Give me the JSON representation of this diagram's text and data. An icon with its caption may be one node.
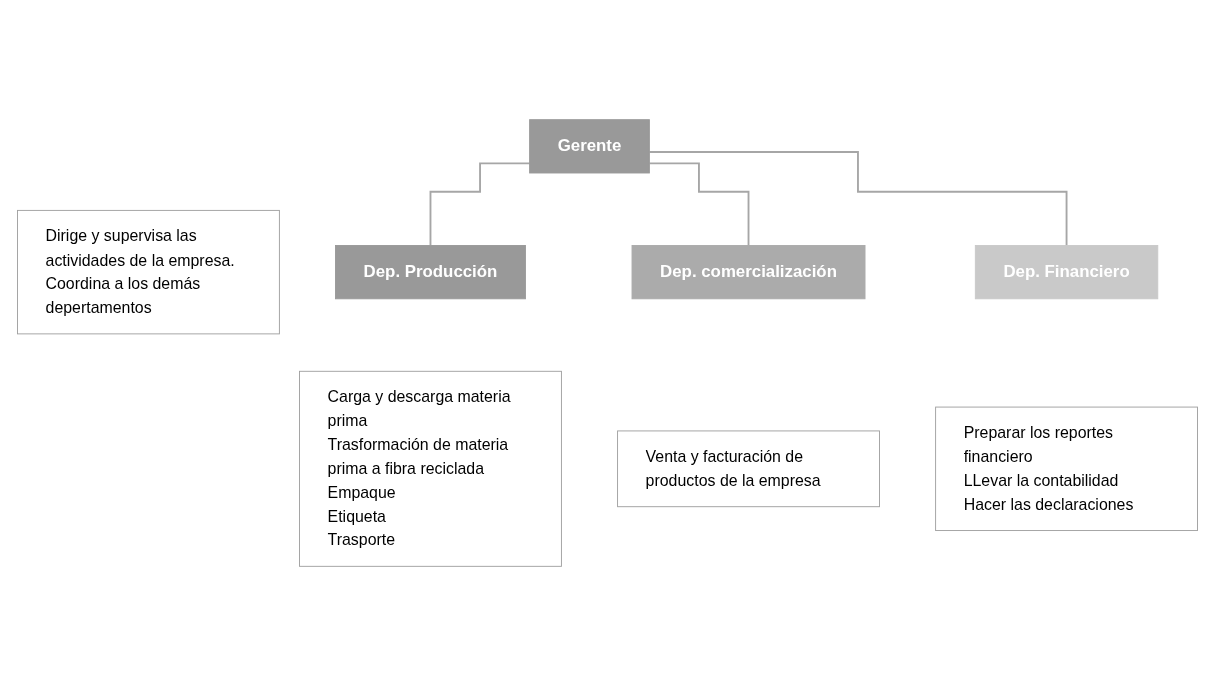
{
  "diagram": {
    "nodes": [
      {
        "text": [
          "Gerente"
        ]
      },
      {
        "text": [
          "Dirige y supervisa las actividades de la empresa.",
          "Coordina a los demás depertamentos"
        ]
      },
      {
        "text": [
          "Dep. Producción"
        ]
      },
      {
        "text": [
          "Carga y descarga materia prima",
          "Trasformación de materia prima a fibra reciclada",
          "Empaque",
          "Etiqueta",
          "Trasporte"
        ]
      },
      {
        "text": [
          "Dep. comercialización"
        ]
      },
      {
        "text": [
          "Venta y facturación de productos de la empresa"
        ]
      },
      {
        "text": [
          "Dep. Financiero"
        ]
      },
      {
        "text": [
          "Preparar los reportes financiero",
          "LLevar la contabilidad",
          "Hacer las declaraciones"
        ]
      }
    ],
    "edges": [
      {
        "from": 0,
        "to": 2,
        "arrow": "none"
      },
      {
        "from": 0,
        "to": 4,
        "arrow": "none"
      },
      {
        "from": 0,
        "to": 6,
        "arrow": "none"
      }
    ]
  }
}
